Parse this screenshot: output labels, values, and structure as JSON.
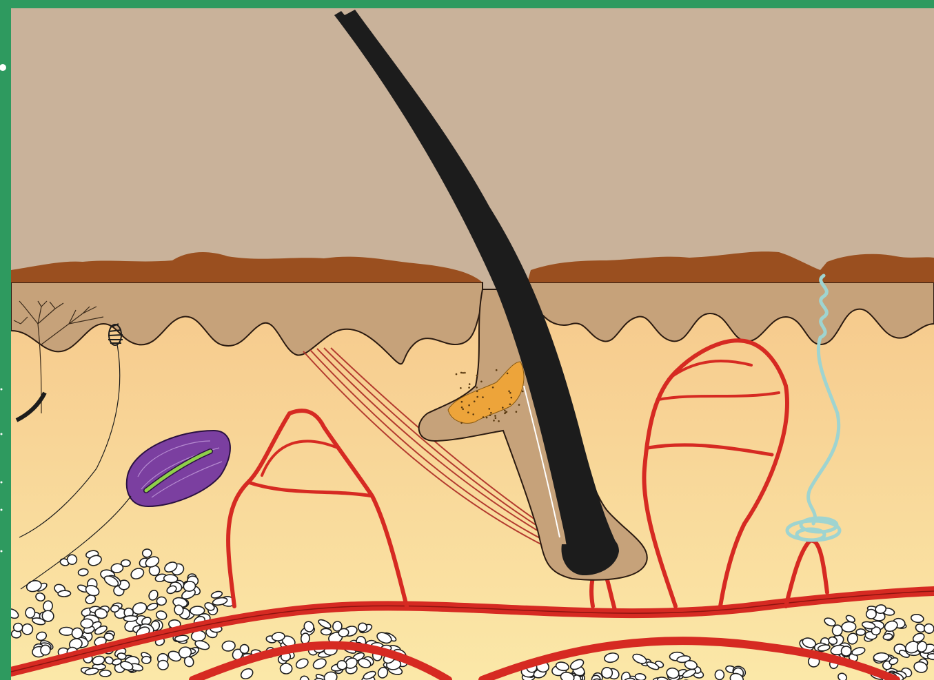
{
  "title": "",
  "colors": {
    "frame": "#2e9a5f",
    "air": "#c9b29a",
    "stratum_corneum": "#9a4f1f",
    "epidermis": "#c6a27a",
    "dermis_top": "#f6c98c",
    "dermis_bottom": "#fbe7a6",
    "hair": "#1c1c1c",
    "blood_vessel": "#d62a22",
    "sweat_duct": "#9fd4d0",
    "pacinian": "#7b3fa0",
    "sebaceous": "#e8a23a",
    "fat": "#ffffff"
  },
  "structures": [
    "hair-shaft",
    "hair-follicle",
    "sebaceous-gland",
    "arrector-pili-muscle",
    "sweat-duct",
    "sweat-gland",
    "pacinian-corpuscle",
    "meissner-corpuscle",
    "free-nerve-endings",
    "blood-vessels",
    "adipose-tissue"
  ]
}
